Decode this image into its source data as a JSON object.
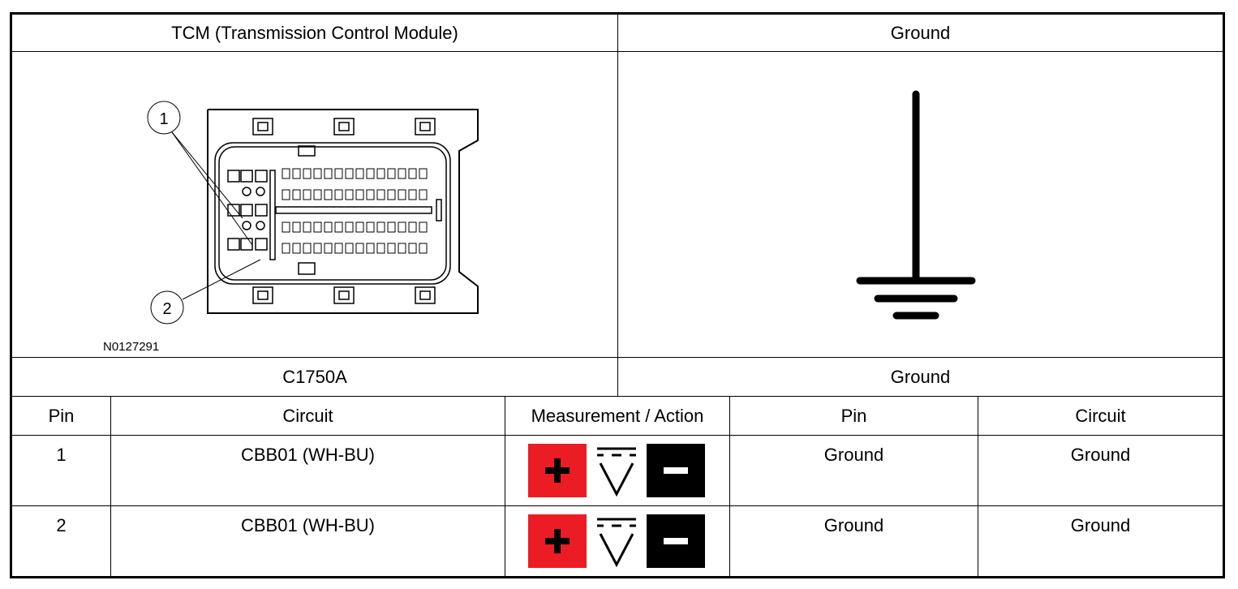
{
  "header": {
    "tcm_title": "TCM (Transmission Control Module)",
    "ground_title": "Ground"
  },
  "diagram": {
    "callout_1": "1",
    "callout_2": "2",
    "figure_code": "N0127291"
  },
  "subheader": {
    "connector": "C1750A",
    "ground": "Ground"
  },
  "table": {
    "columns": [
      "Pin",
      "Circuit",
      "Measurement / Action",
      "Pin",
      "Circuit"
    ],
    "rows": [
      {
        "pin": "1",
        "circuit": "CBB01 (WH-BU)",
        "meter": "dc-voltmeter-icon",
        "ground_pin": "Ground",
        "ground_circuit": "Ground"
      },
      {
        "pin": "2",
        "circuit": "CBB01 (WH-BU)",
        "meter": "dc-voltmeter-icon",
        "ground_pin": "Ground",
        "ground_circuit": "Ground"
      }
    ]
  },
  "colors": {
    "positive_probe": "#ec1c24",
    "negative_probe": "#000000"
  }
}
